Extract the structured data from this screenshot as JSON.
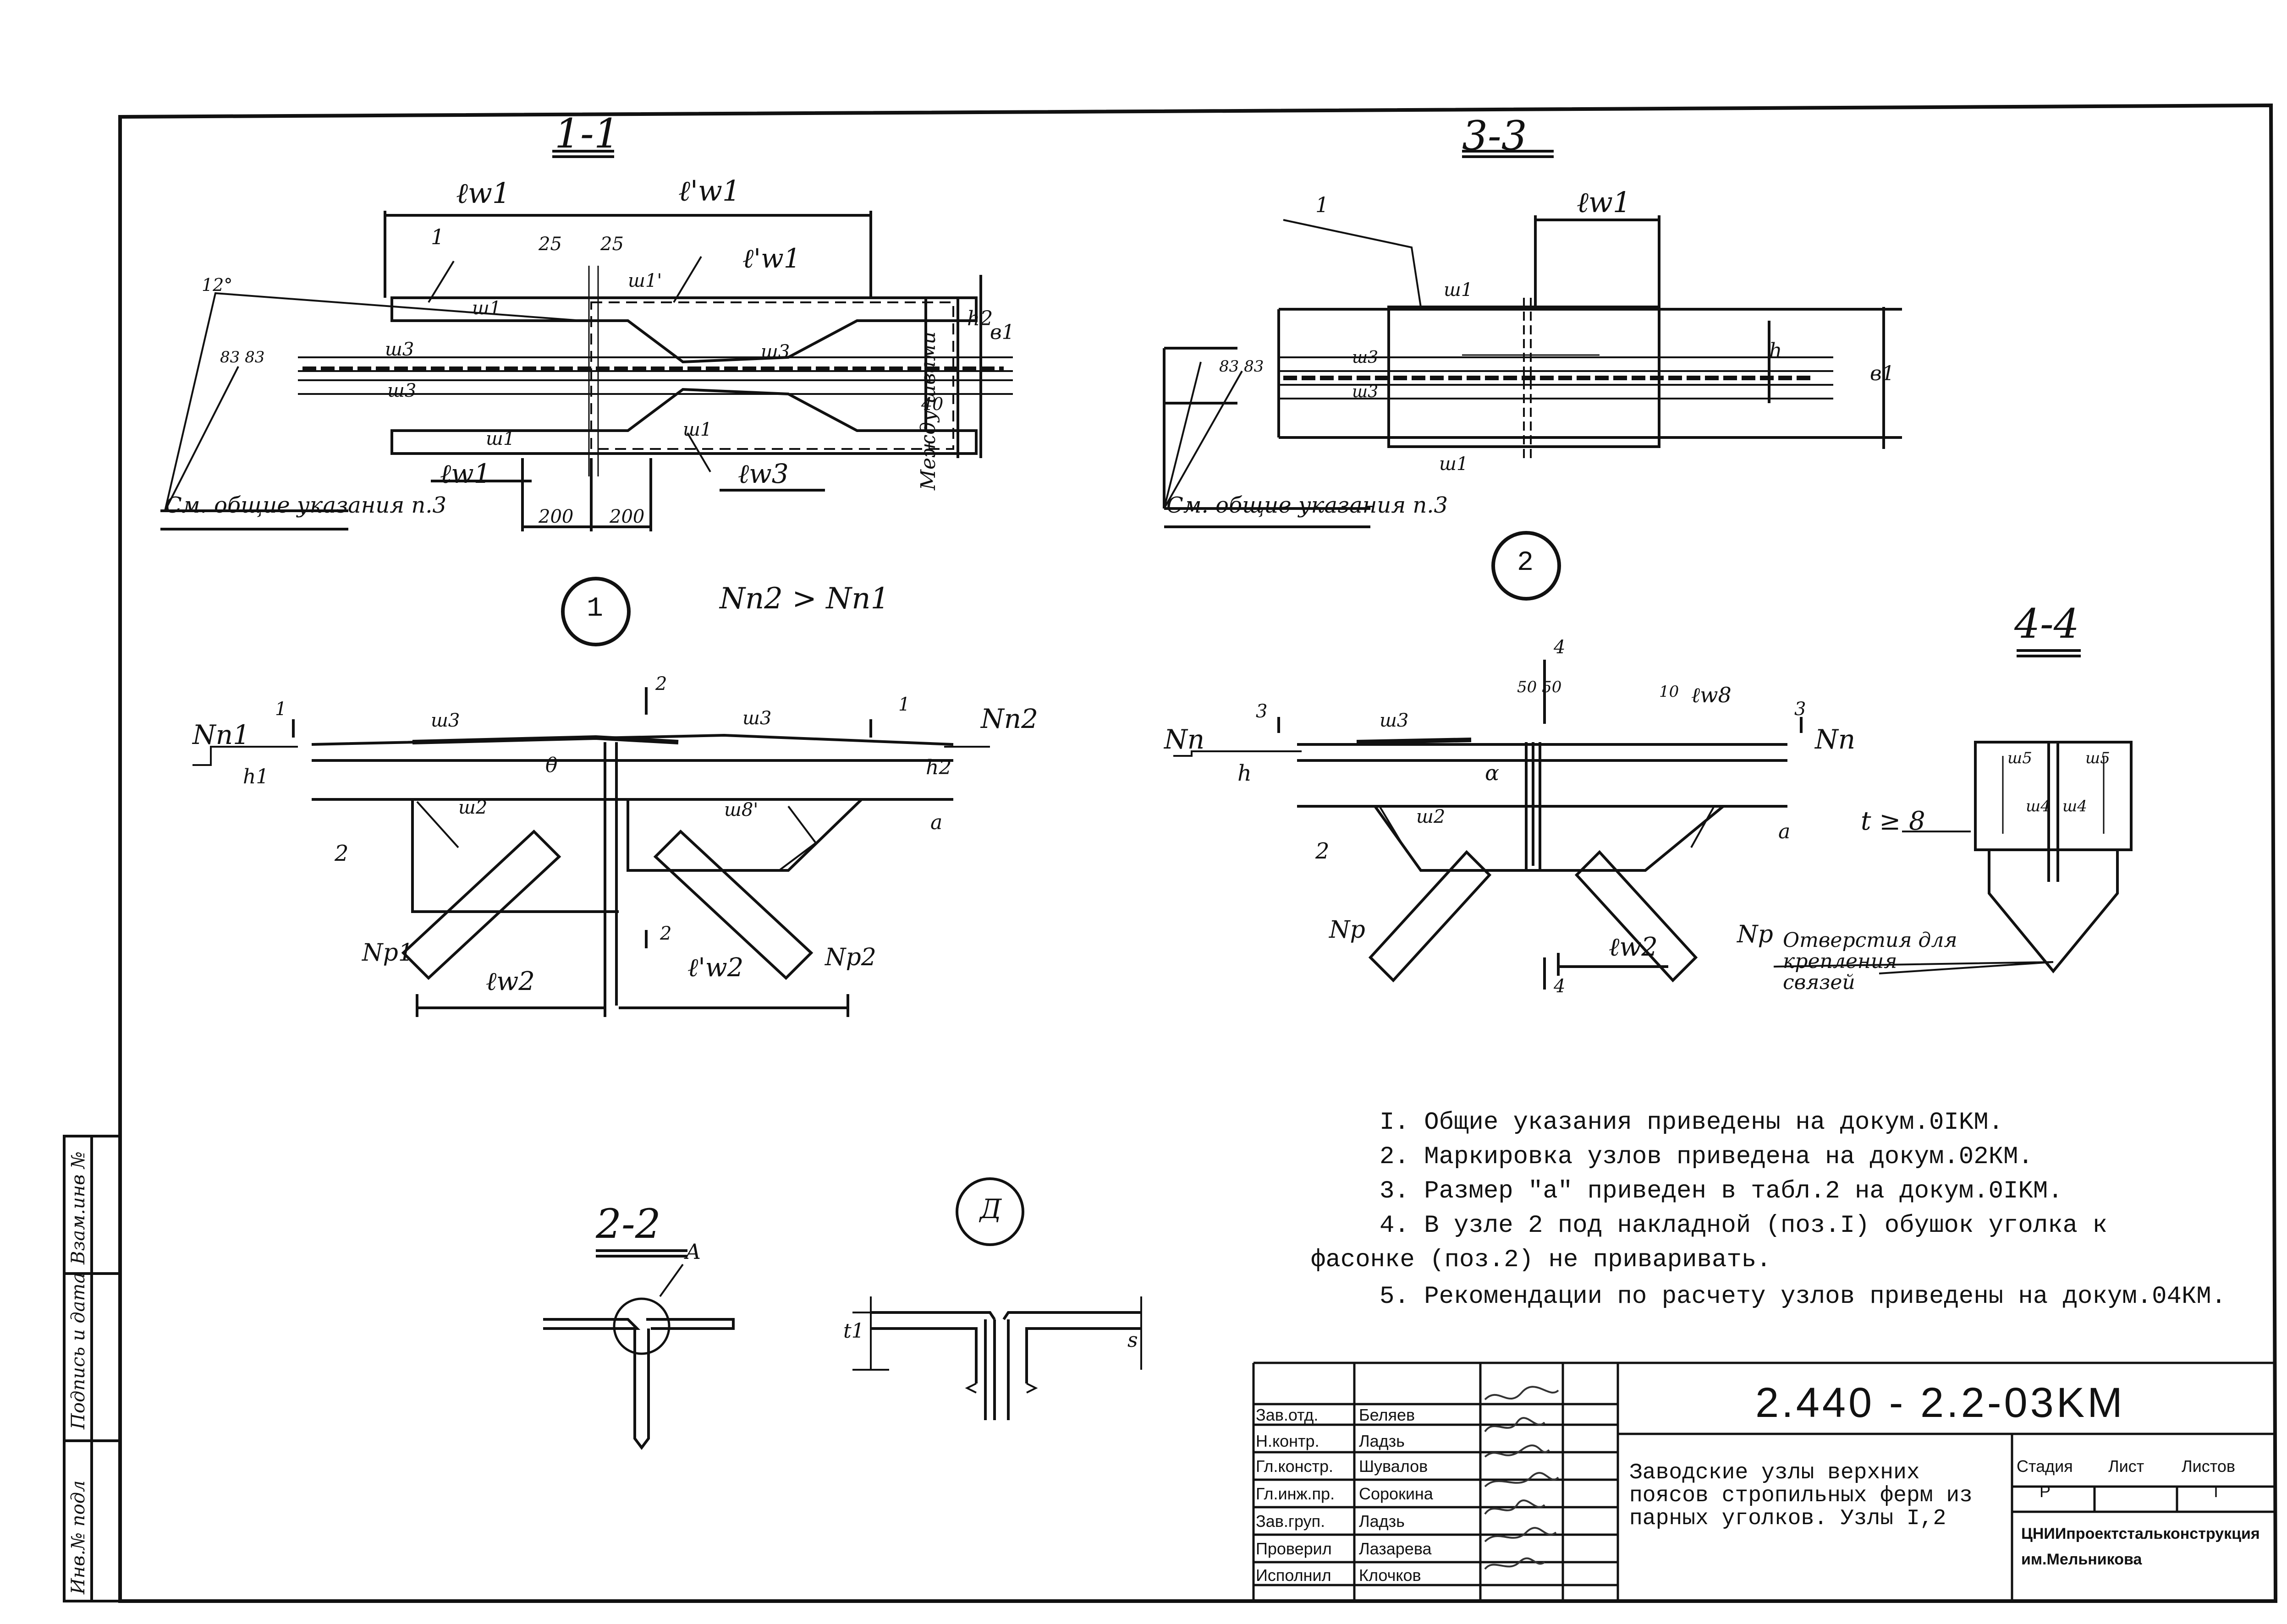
{
  "sections": {
    "s11": "1-1",
    "s33": "3-3",
    "s44": "4-4",
    "s22": "2-2"
  },
  "nodes": {
    "n1": "1",
    "n2": "2",
    "nA": "Д"
  },
  "labels": {
    "lw1": "ℓw1",
    "lw1p": "ℓ'w1",
    "lw1p_b": "ℓ'w1",
    "lw1_c": "ℓw1",
    "lw3": "ℓw3",
    "lw2": "ℓw2",
    "lw2p": "ℓ'w2",
    "lw2_b": "ℓw2",
    "lw8": "ℓw8",
    "sh1": "ш1",
    "sh1p": "ш1'",
    "sh3": "ш3",
    "sh2": "ш2",
    "sh8": "ш8'",
    "sh4": "ш4",
    "sh5": "ш5",
    "dim25": "25",
    "dim200": "200",
    "dim40": "40",
    "dim83": "83 83",
    "dim12": "12°",
    "dim50": "50 50",
    "dim10": "10",
    "pos1": "1",
    "pos2": "2",
    "h": "h",
    "h1": "h1",
    "h2": "h2",
    "b1": "в1",
    "a": "a",
    "t1": "t1",
    "s1": "s",
    "theta": "θ",
    "alpha": "α",
    "A": "А",
    "gen_note": "См. общие указания п.3",
    "between": "Между швами",
    "inequality": "Nп2 > Nп1",
    "Nn1": "Nп1",
    "Nn2": "Nп2",
    "Np1": "Nр1",
    "Np2": "Nр2",
    "Nn": "Nп",
    "Np": "Nр",
    "Nr": "Nр",
    "tge8": "t ≥ 8",
    "holes": "Отверстия для крепления связей",
    "cut1": "1",
    "cut2": "2",
    "cut3": "3",
    "cut4": "4"
  },
  "notes": [
    "I. Общие указания приведены на докум.0IKM.",
    "2. Маркировка узлов приведена на докум.02КМ.",
    "3. Размер \"а\" приведен в табл.2 на докум.0IKM.",
    "4. В узле 2 под накладной (поз.I) обушок уголка к",
    "фасонке (поз.2) не приваривать.",
    "5. Рекомендации по расчету узлов приведены на докум.04КМ."
  ],
  "left_margin": [
    "Взам.инв №",
    "Подпись и дата",
    "Инв.№ подл"
  ],
  "stamp": {
    "rows": [
      {
        "role": "Зав.отд.",
        "name": "Беляев"
      },
      {
        "role": "Н.контр.",
        "name": "Ладзь"
      },
      {
        "role": "Гл.констр.",
        "name": "Шувалов"
      },
      {
        "role": "Гл.инж.пр.",
        "name": "Сорокина"
      },
      {
        "role": "Зав.груп.",
        "name": "Ладзь"
      },
      {
        "role": "Проверил",
        "name": "Лазарева"
      },
      {
        "role": "Исполнил",
        "name": "Клочков"
      }
    ],
    "code": "2.440 - 2.2-03KM",
    "title": "Заводские узлы верхних поясов стропильных ферм из парных уголков. Узлы I,2",
    "stage_h": "Стадия",
    "sheet_h": "Лист",
    "sheets_h": "Листов",
    "stage": "Р",
    "sheet": "",
    "sheets": "I",
    "org": "ЦНИИпроектстальконструкция им.Мельникова"
  }
}
